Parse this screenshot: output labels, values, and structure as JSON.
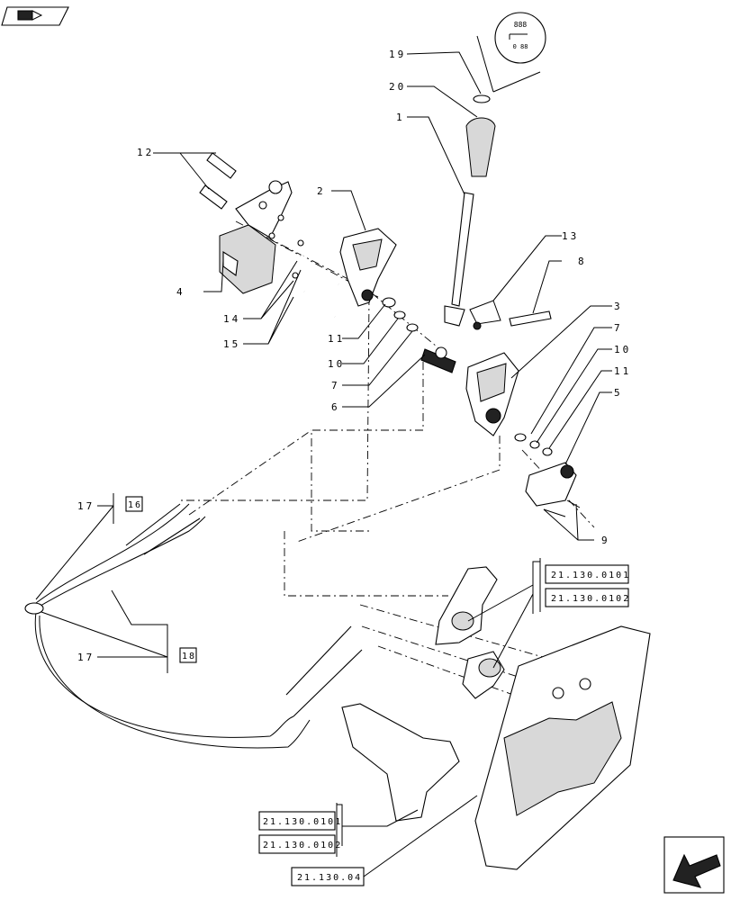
{
  "callouts": {
    "c1": "1",
    "c2": "2",
    "c3": "3",
    "c4": "4",
    "c5": "5",
    "c6": "6",
    "c7a": "7",
    "c7b": "7",
    "c8": "8",
    "c9": "9",
    "c10a": "10",
    "c10b": "10",
    "c11a": "11",
    "c11b": "11",
    "c12": "12",
    "c13": "13",
    "c14": "14",
    "c15": "15",
    "c17a": "17",
    "c17b": "17",
    "c19": "19",
    "c20": "20"
  },
  "boxed_refs": {
    "b16": "16",
    "b18": "18"
  },
  "references": {
    "r1": "21.130.0101",
    "r2": "21.130.0102",
    "r3": "21.130.0101",
    "r4": "21.130.0102",
    "r5": "21.130.04"
  },
  "gear_icon_text": {
    "top": "888",
    "row": "0  88"
  },
  "icons": {
    "top_left": "book-arrow-icon",
    "bottom_right": "next-page-arrow-icon"
  }
}
